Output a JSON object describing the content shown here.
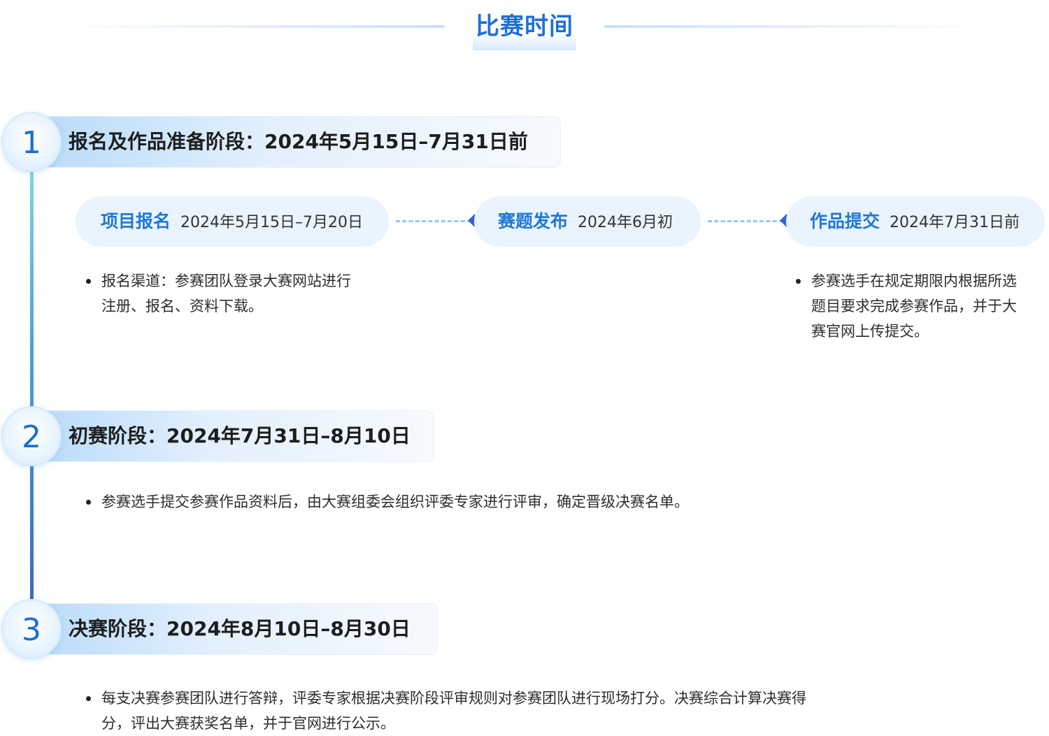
{
  "header": {
    "title": "比赛时间"
  },
  "stages": [
    {
      "number": "1",
      "title": "报名及作品准备阶段：2024年5月15日–7月31日前"
    },
    {
      "number": "2",
      "title": "初赛阶段：2024年7月31日–8月10日"
    },
    {
      "number": "3",
      "title": "决赛阶段：2024年8月10日–8月30日"
    }
  ],
  "phases": [
    {
      "name": "项目报名",
      "date": "2024年5月15日–7月20日"
    },
    {
      "name": "赛题发布",
      "date": "2024年6月初"
    },
    {
      "name": "作品提交",
      "date": "2024年7月31日前"
    }
  ],
  "notes": {
    "stage1_register": [
      "报名渠道：参赛团队登录大赛网站进行",
      "注册、报名、资料下载。"
    ],
    "stage1_submit": [
      "参赛选手在规定期限内根据所选",
      "题目要求完成参赛作品，并于大",
      "赛官网上传提交。"
    ],
    "stage2": [
      "参赛选手提交参赛作品资料后，由大赛组委会组织评委专家进行评审，确定晋级决赛名单。"
    ],
    "stage3": [
      "每支决赛参赛团队进行答辩，评委专家根据决赛阶段评审规则对参赛团队进行现场打分。决赛综合计算决赛得",
      "分，评出大赛获奖名单，并于官网进行公示。"
    ]
  }
}
